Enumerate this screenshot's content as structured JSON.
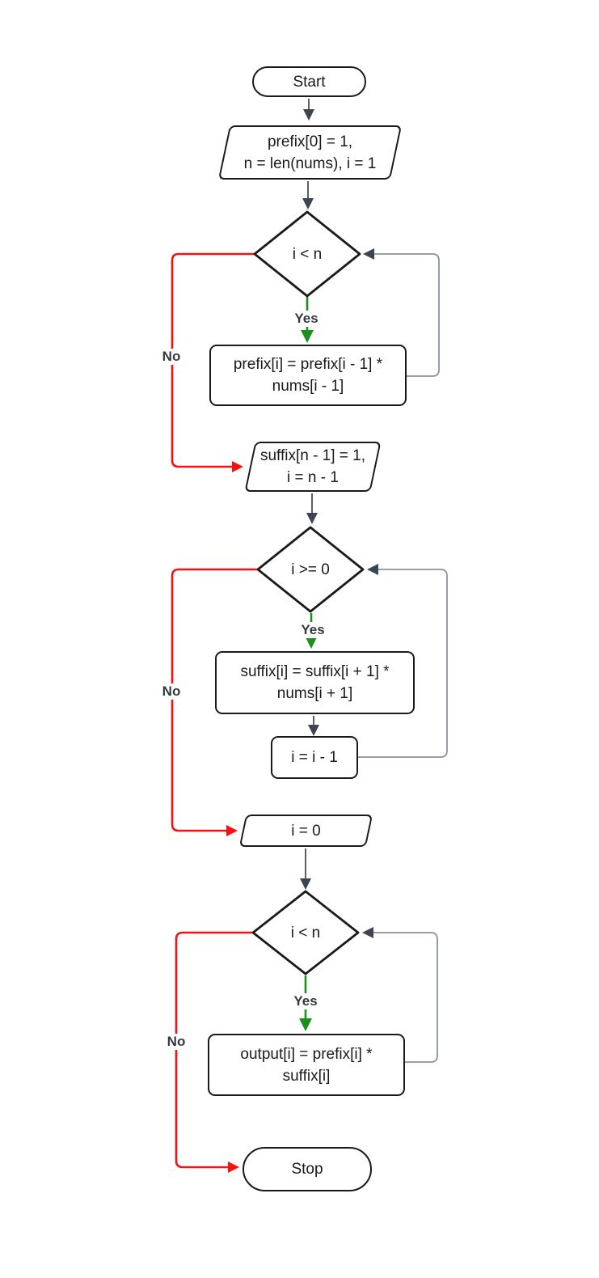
{
  "diagram": {
    "nodes": {
      "start": {
        "label": "Start"
      },
      "init_prefix": {
        "line1": "prefix[0] = 1,",
        "line2": "n = len(nums), i = 1"
      },
      "loop1_condition": {
        "label": "i < n"
      },
      "prefix_assign": {
        "line1": "prefix[i] = prefix[i - 1] *",
        "line2": "nums[i - 1]"
      },
      "init_suffix": {
        "line1": "suffix[n - 1] = 1,",
        "line2": "i = n - 1"
      },
      "loop2_condition": {
        "label": "i >= 0"
      },
      "suffix_assign": {
        "line1": "suffix[i] = suffix[i + 1] *",
        "line2": "nums[i + 1]"
      },
      "decrement_i": {
        "label": "i = i - 1"
      },
      "reset_i": {
        "label": "i = 0"
      },
      "loop3_condition": {
        "label": "i < n"
      },
      "output_assign": {
        "line1": "output[i] = prefix[i] *",
        "line2": "suffix[i]"
      },
      "stop": {
        "label": "Stop"
      }
    },
    "edge_labels": {
      "loop1_yes": "Yes",
      "loop1_no": "No",
      "loop2_yes": "Yes",
      "loop2_no": "No",
      "loop3_yes": "Yes",
      "loop3_no": "No"
    },
    "colors": {
      "yes_branch_green": "#1d8f1d",
      "no_branch_red": "#f51212",
      "loopback_gray": "#8a919b",
      "connector_dark": "#454d56",
      "arrowhead_slate": "#3d4550",
      "node_border_black": "#1a1a1a",
      "edge_label_text": "#343a40"
    }
  }
}
